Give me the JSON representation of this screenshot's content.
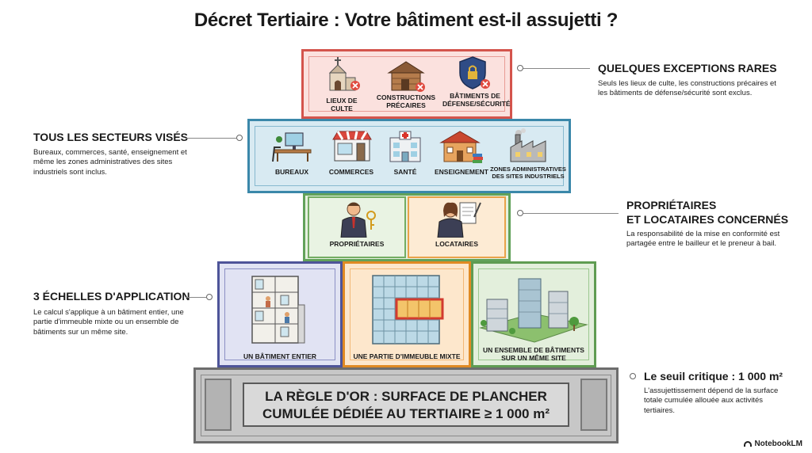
{
  "title": "Décret Tertiaire : Votre bâtiment est-il assujetti ?",
  "exceptions": {
    "title": "QUELQUES EXCEPTIONS RARES",
    "text": "Seuls les lieux de culte, les constructions précaires et les bâtiments de défense/sécurité sont exclus.",
    "items": [
      "LIEUX DE CULTE",
      "CONSTRUCTIONS PRÉCAIRES",
      "BÂTIMENTS DE DÉFENSE/SÉCURITÉ"
    ]
  },
  "sectors": {
    "title": "TOUS LES SECTEURS VISÉS",
    "text": "Bureaux, commerces, santé, enseignement et même les zones administratives des sites industriels sont inclus.",
    "items": [
      "BUREAUX",
      "COMMERCES",
      "SANTÉ",
      "ENSEIGNEMENT",
      "ZONES ADMINISTRATIVES DES SITES INDUSTRIELS"
    ]
  },
  "owners": {
    "title_line1": "PROPRIÉTAIRES",
    "title_line2": "ET LOCATAIRES CONCERNÉS",
    "text": "La responsabilité de la mise en conformité est partagée entre le bailleur et le preneur à bail.",
    "items": [
      "PROPRIÉTAIRES",
      "LOCATAIRES"
    ]
  },
  "scales": {
    "title": "3 ÉCHELLES D'APPLICATION",
    "text": "Le calcul s'applique à un bâtiment entier, une partie d'immeuble mixte ou un ensemble de bâtiments sur un même site.",
    "items": [
      "UN BÂTIMENT ENTIER",
      "UNE PARTIE D'IMMEUBLE MIXTE",
      "UN ENSEMBLE DE BÂTIMENTS SUR UN MÊME SITE"
    ]
  },
  "threshold": {
    "title": "Le seuil critique : 1 000 m²",
    "text": "L'assujettissement dépend de la surface totale cumulée allouée aux activités tertiaires."
  },
  "base": {
    "line1": "LA RÈGLE D'OR : SURFACE DE PLANCHER",
    "line2": "CUMULÉE DÉDIÉE AU TERTIAIRE ≥ 1 000 m²"
  },
  "logo": "NotebookLM",
  "colors": {
    "red": "#d9534f",
    "red_bg": "#fbe3e1",
    "blue": "#3d8fb0",
    "blue_bg": "#dcecf3",
    "green": "#6aa75d",
    "green_bg": "#e6f1e0",
    "orange": "#ea9b3b",
    "orange_bg": "#fdebd4",
    "purple": "#5d63a8",
    "purple_bg": "#e4e6f4",
    "gray": "#7a7a7a",
    "gray_bg": "#c9c9c9"
  }
}
